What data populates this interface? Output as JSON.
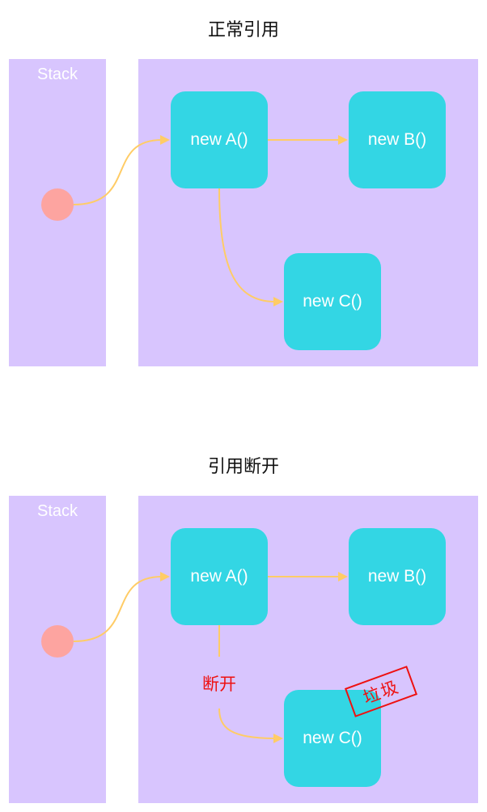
{
  "colors": {
    "panel": "#D8C5FE",
    "node": "#33D6E4",
    "pointer_dot": "#FDA4A0",
    "arrow": "#FFCC66",
    "broken": "#EE1111",
    "text": "#111111"
  },
  "icons": {
    "stack_pointer": "circle-dot-icon",
    "reference": "arrow-icon"
  },
  "diagrams": [
    {
      "title": "正常引用",
      "stack_label": "Stack",
      "nodes": {
        "a": "new A()",
        "b": "new B()",
        "c": "new C()"
      }
    },
    {
      "title": "引用断开",
      "stack_label": "Stack",
      "nodes": {
        "a": "new A()",
        "b": "new B()",
        "c": "new C()"
      },
      "break_label": "断开",
      "stamp": "垃圾"
    }
  ]
}
